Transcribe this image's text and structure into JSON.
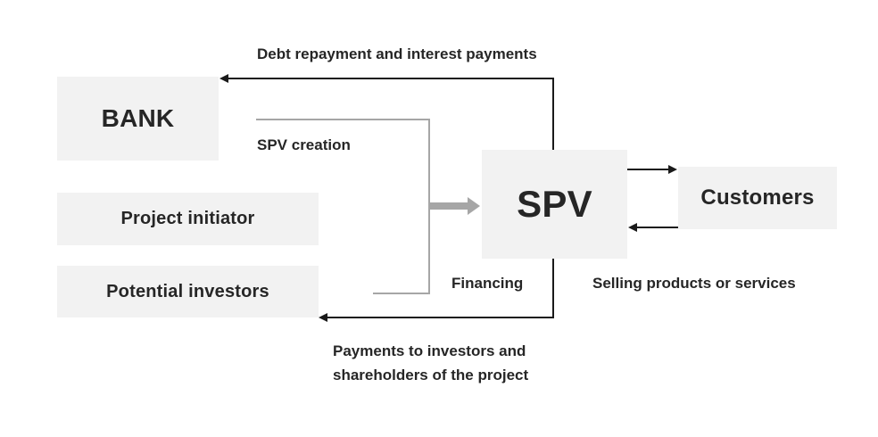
{
  "diagram": {
    "nodes": {
      "bank": {
        "label": "BANK"
      },
      "project_initiator": {
        "label": "Project initiator"
      },
      "potential_investors": {
        "label": "Potential investors"
      },
      "spv": {
        "label": "SPV"
      },
      "customers": {
        "label": "Customers"
      }
    },
    "labels": {
      "debt_repayment": "Debt repayment and interest payments",
      "spv_creation": "SPV creation",
      "financing": "Financing",
      "selling": "Selling products or services",
      "payments": {
        "line1": "Payments to investors and",
        "line2": "shareholders of the project"
      }
    },
    "edges": [
      {
        "from": "spv",
        "to": "bank",
        "label": "Debt repayment and interest payments",
        "style": "black-thin"
      },
      {
        "from": "bank, project_initiator, potential_investors",
        "to": "spv",
        "labels": [
          "SPV creation",
          "Financing"
        ],
        "style": "gray-bracket-thick-arrow"
      },
      {
        "from": "spv",
        "to": "customers",
        "label": "Selling products or services",
        "style": "black-thin"
      },
      {
        "from": "customers",
        "to": "spv",
        "label": "",
        "style": "black-thin"
      },
      {
        "from": "spv",
        "to": "potential_investors",
        "label": "Payments to investors and shareholders of the project",
        "style": "black-thin"
      }
    ],
    "colors": {
      "box_fill": "#f2f2f2",
      "text": "#262626",
      "black_arrow": "#1a1a1a",
      "gray_arrow": "#a6a6a6",
      "background": "#ffffff"
    }
  }
}
